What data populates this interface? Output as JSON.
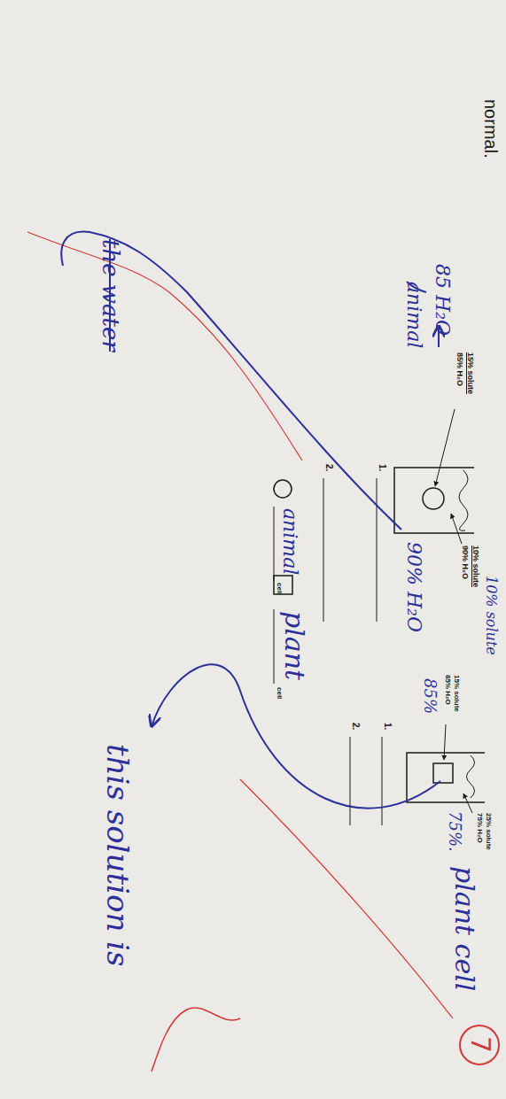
{
  "diagram": {
    "labels": [
      "normal.",
      "85 H₂O",
      "15% solute",
      "85% H₂O",
      "animal",
      "10% solute",
      "10% solute",
      "90% H₂O",
      "90% H₂O",
      "1.",
      "2.",
      "animal",
      "cell",
      "15% solute",
      "85% H₂O",
      "85%",
      "25% solute",
      "75% H₂O",
      "75%.",
      "plant cell",
      "1.",
      "2.",
      "plant",
      "cell",
      "7",
      "the water",
      "this solution is"
    ]
  }
}
